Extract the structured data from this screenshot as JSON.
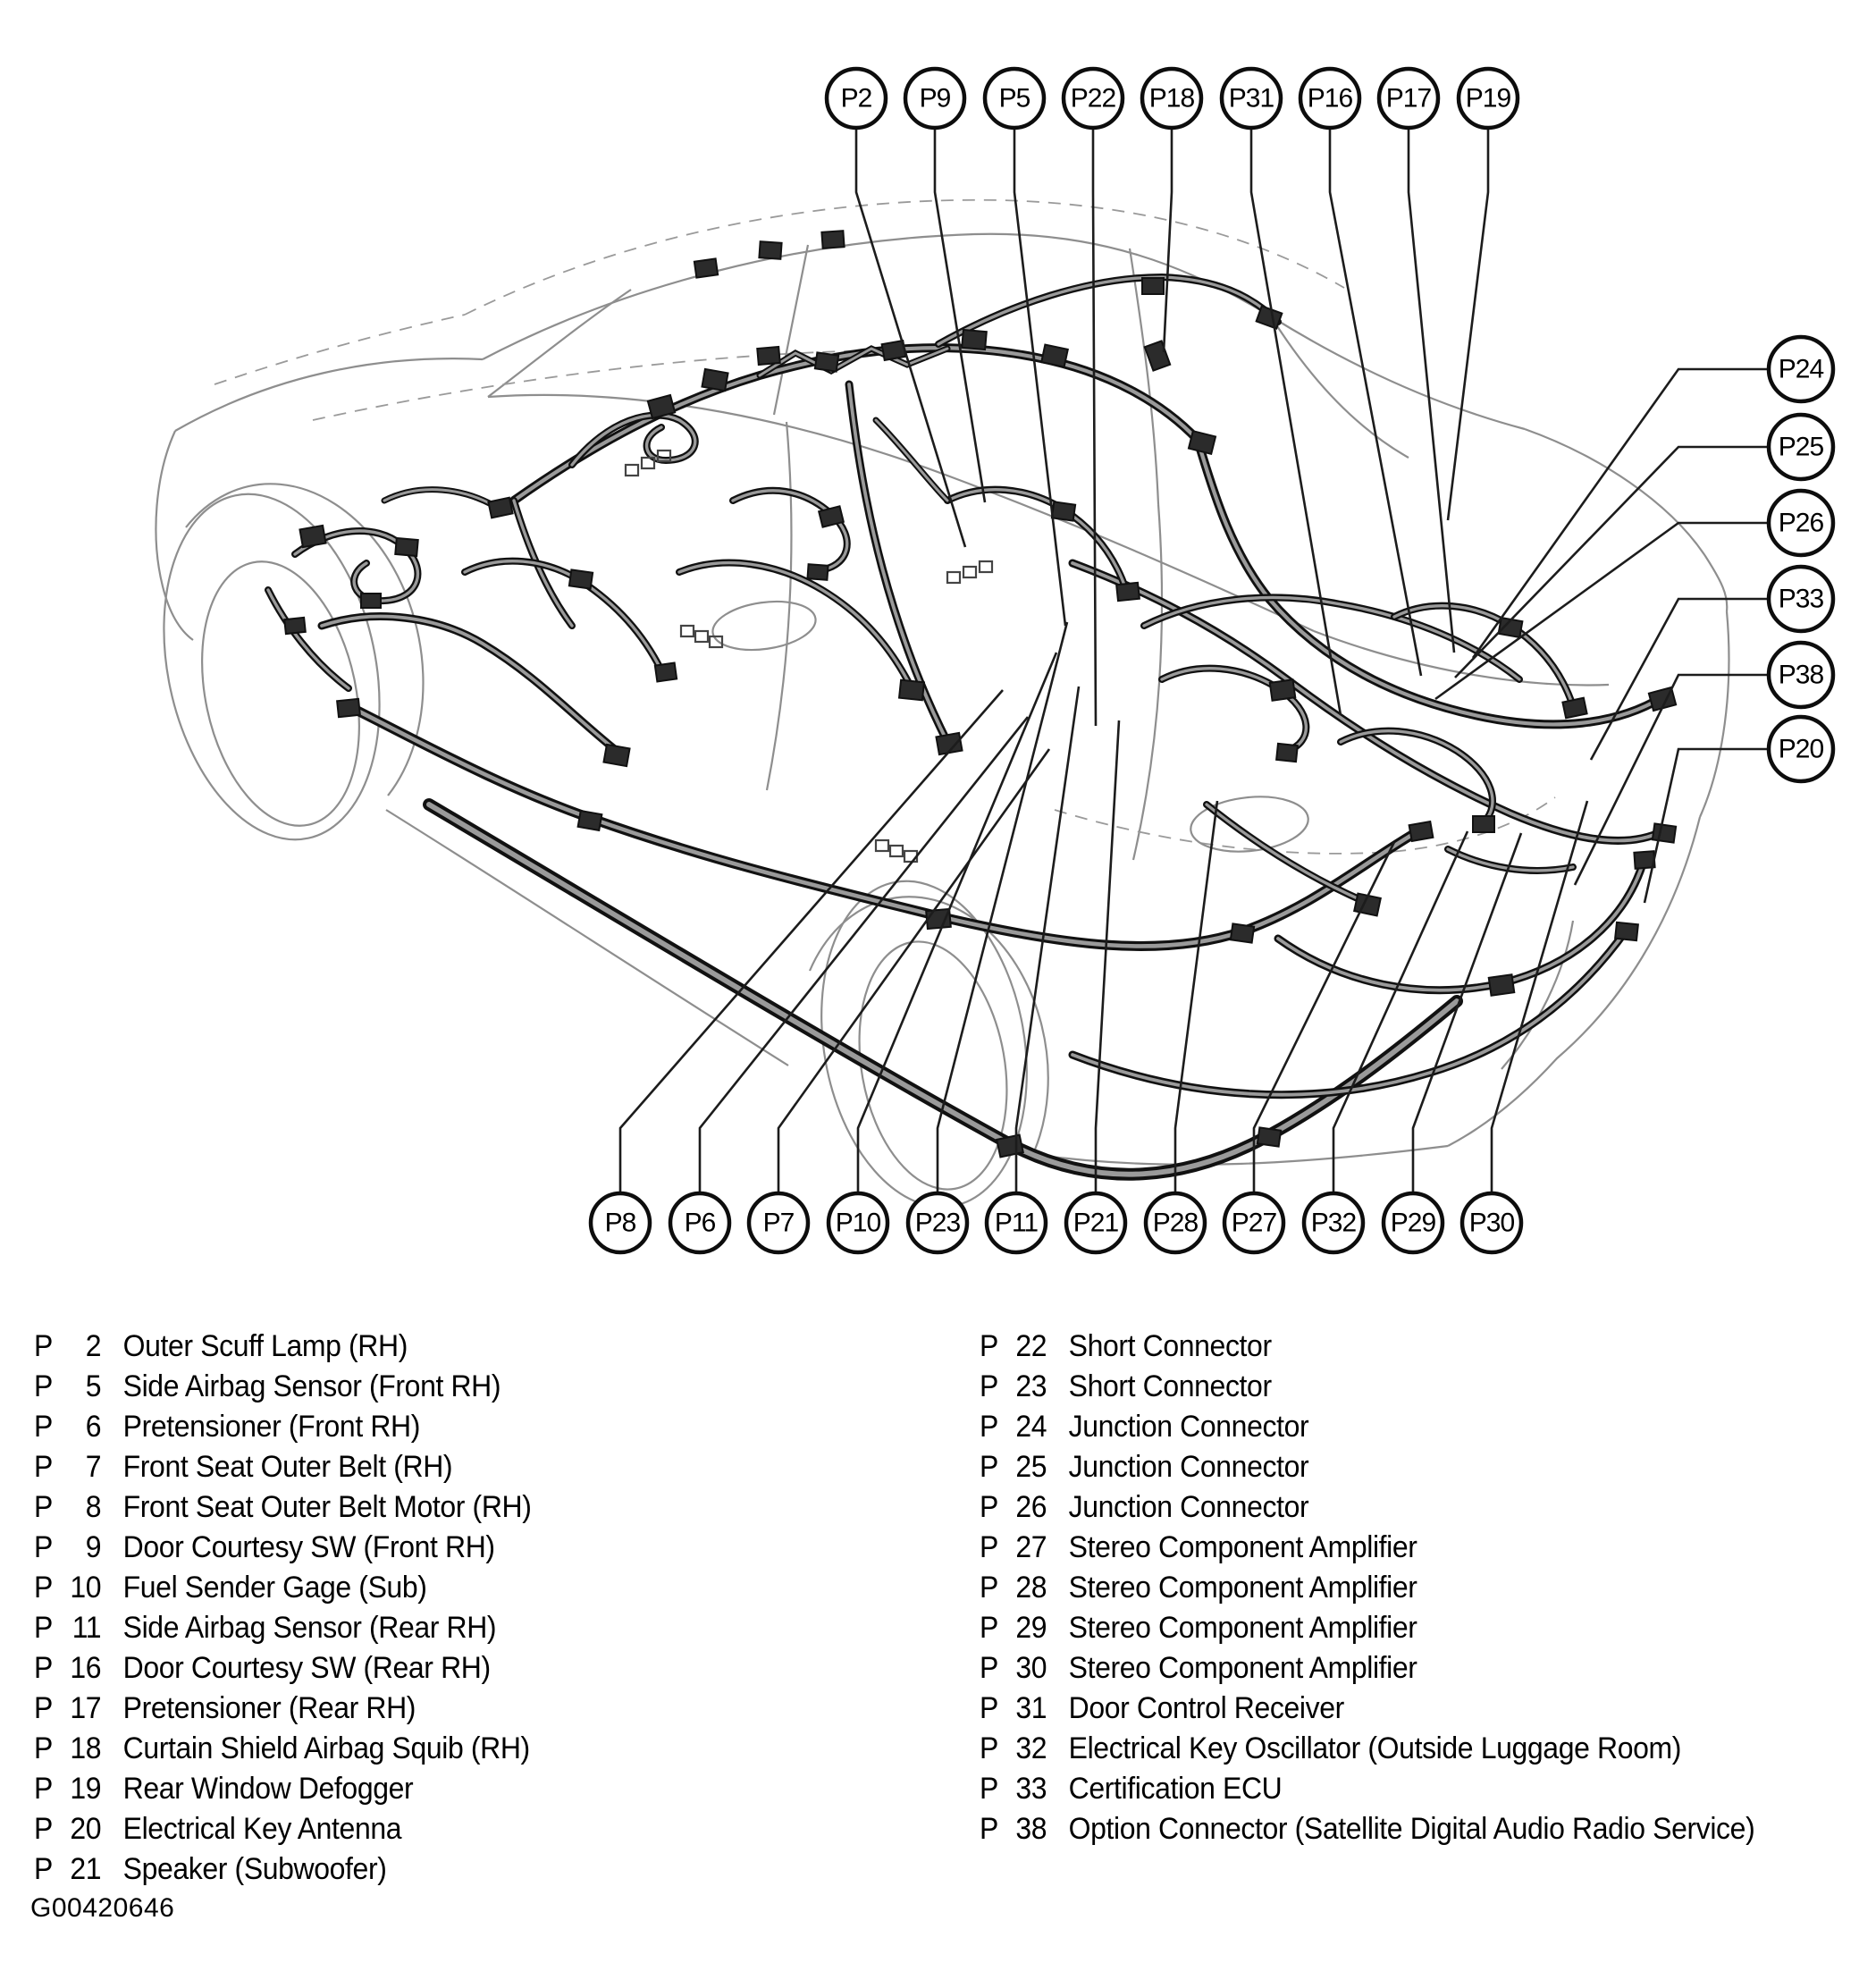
{
  "figure": {
    "id": "G00420646"
  },
  "callouts": {
    "prefix": "P",
    "top": [
      "P2",
      "P9",
      "P5",
      "P22",
      "P18",
      "P31",
      "P16",
      "P17",
      "P19"
    ],
    "bottom": [
      "P8",
      "P6",
      "P7",
      "P10",
      "P23",
      "P11",
      "P21",
      "P28",
      "P27",
      "P32",
      "P29",
      "P30"
    ],
    "right": [
      "P24",
      "P25",
      "P26",
      "P33",
      "P38",
      "P20"
    ]
  },
  "legend": {
    "left": [
      {
        "num": "2",
        "name": "Outer Scuff Lamp (RH)"
      },
      {
        "num": "5",
        "name": "Side Airbag Sensor (Front RH)"
      },
      {
        "num": "6",
        "name": "Pretensioner (Front RH)"
      },
      {
        "num": "7",
        "name": "Front Seat Outer Belt (RH)"
      },
      {
        "num": "8",
        "name": "Front Seat Outer Belt Motor (RH)"
      },
      {
        "num": "9",
        "name": "Door Courtesy SW (Front RH)"
      },
      {
        "num": "10",
        "name": "Fuel Sender Gage (Sub)"
      },
      {
        "num": "11",
        "name": "Side Airbag Sensor (Rear RH)"
      },
      {
        "num": "16",
        "name": "Door Courtesy SW (Rear RH)"
      },
      {
        "num": "17",
        "name": "Pretensioner (Rear RH)"
      },
      {
        "num": "18",
        "name": "Curtain Shield Airbag Squib (RH)"
      },
      {
        "num": "19",
        "name": "Rear Window Defogger"
      },
      {
        "num": "20",
        "name": "Electrical Key Antenna"
      },
      {
        "num": "21",
        "name": "Speaker (Subwoofer)"
      }
    ],
    "right": [
      {
        "num": "22",
        "name": "Short Connector"
      },
      {
        "num": "23",
        "name": "Short Connector"
      },
      {
        "num": "24",
        "name": "Junction Connector"
      },
      {
        "num": "25",
        "name": "Junction Connector"
      },
      {
        "num": "26",
        "name": "Junction Connector"
      },
      {
        "num": "27",
        "name": "Stereo Component Amplifier"
      },
      {
        "num": "28",
        "name": "Stereo Component Amplifier"
      },
      {
        "num": "29",
        "name": "Stereo Component Amplifier"
      },
      {
        "num": "30",
        "name": "Stereo Component Amplifier"
      },
      {
        "num": "31",
        "name": "Door Control Receiver"
      },
      {
        "num": "32",
        "name": "Electrical Key Oscillator (Outside Luggage Room)"
      },
      {
        "num": "33",
        "name": "Certification ECU"
      },
      {
        "num": "38",
        "name": "Option Connector (Satellite Digital Audio Radio Service)"
      }
    ]
  },
  "colors": {
    "ink": "#111111",
    "body_line": "#8e8e8e",
    "harness_core": "#9a9a9a"
  }
}
